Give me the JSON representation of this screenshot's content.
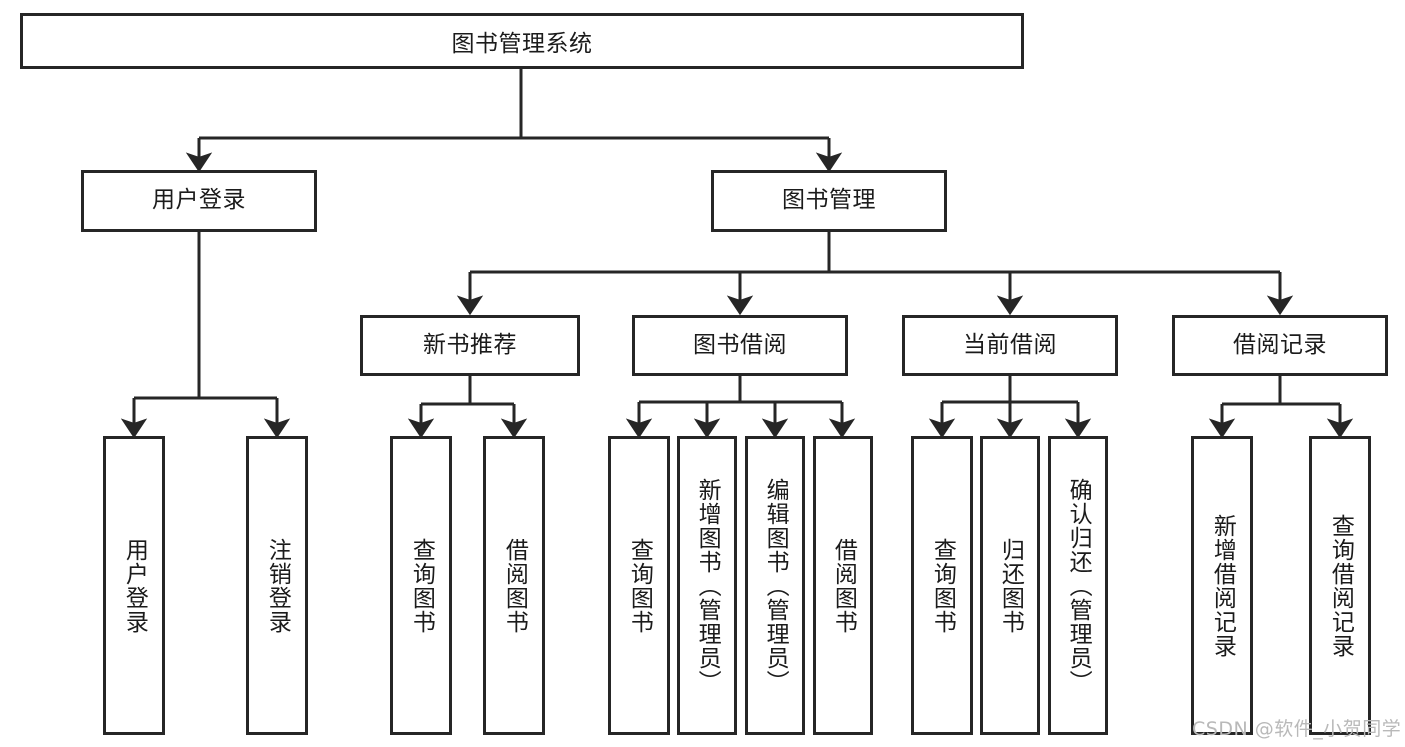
{
  "diagram": {
    "type": "tree-hierarchy",
    "title": "图书管理系统",
    "watermark": "CSDN @软件_小贺同学",
    "colors": {
      "box_border": "#262626",
      "box_fill": "#ffffff",
      "connector": "#262626",
      "text": "#1b1b1b",
      "watermark": "#b9b9b9",
      "background": "#ffffff"
    },
    "nodes": {
      "root": {
        "label": "图书管理系统"
      },
      "level2": [
        {
          "label": "用户登录"
        },
        {
          "label": "图书管理"
        }
      ],
      "level3": [
        {
          "label": "新书推荐"
        },
        {
          "label": "图书借阅"
        },
        {
          "label": "当前借阅"
        },
        {
          "label": "借阅记录"
        }
      ],
      "leaves": {
        "user_login": [
          {
            "label": "用户登录"
          },
          {
            "label": "注销登录"
          }
        ],
        "new_book_recommend": [
          {
            "label": "查询图书"
          },
          {
            "label": "借阅图书"
          }
        ],
        "book_borrow": [
          {
            "label": "查询图书"
          },
          {
            "label": "新增图书（管理员）"
          },
          {
            "label": "编辑图书（管理员）"
          },
          {
            "label": "借阅图书"
          }
        ],
        "current_borrow": [
          {
            "label": "查询图书"
          },
          {
            "label": "归还图书"
          },
          {
            "label": "确认归还（管理员）"
          }
        ],
        "borrow_record": [
          {
            "label": "新增借阅记录"
          },
          {
            "label": "查询借阅记录"
          }
        ]
      }
    }
  }
}
